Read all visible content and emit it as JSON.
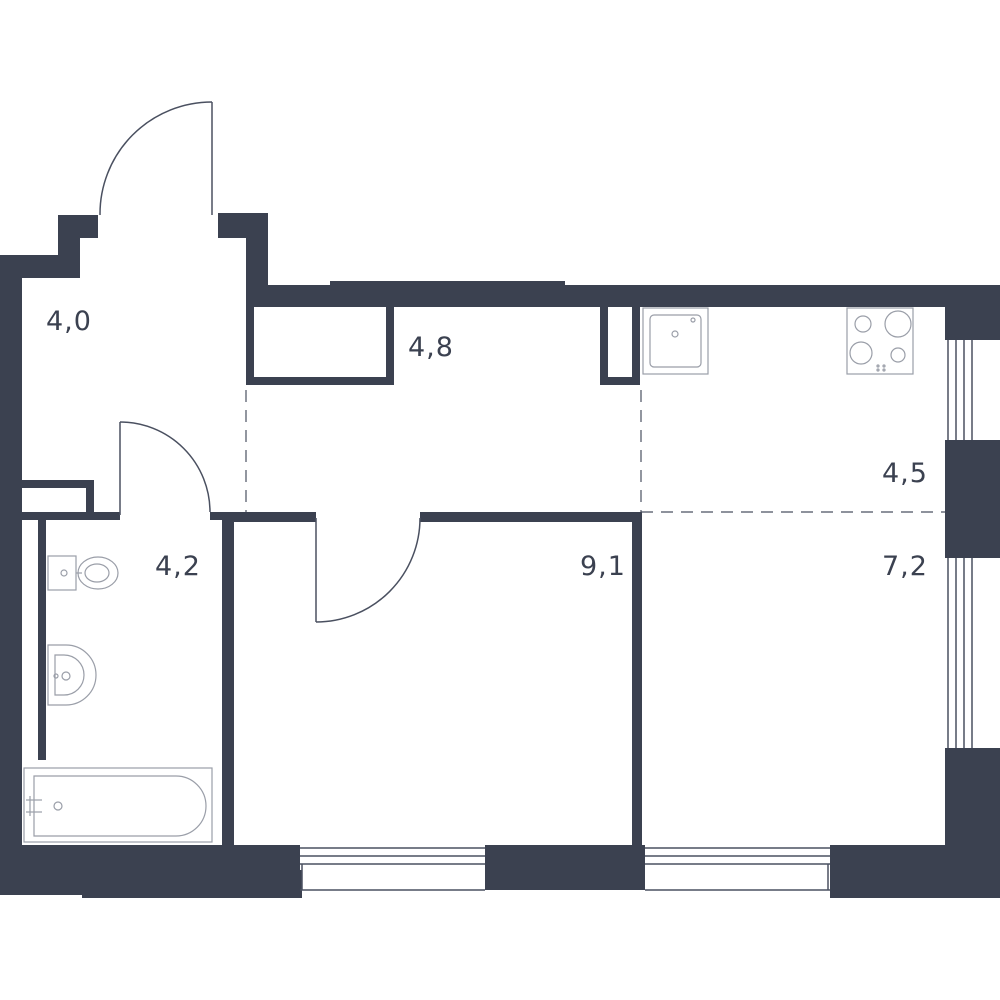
{
  "floorplan": {
    "colors": {
      "wall": "#3b4150",
      "line": "#4a5060",
      "fixture": "#9a9ea8"
    },
    "rooms": [
      {
        "id": "entrance-hall",
        "area": "4,0"
      },
      {
        "id": "corridor",
        "area": "4,8"
      },
      {
        "id": "kitchen",
        "area": "4,5"
      },
      {
        "id": "bathroom",
        "area": "4,2"
      },
      {
        "id": "bedroom",
        "area": "9,1"
      },
      {
        "id": "living-room",
        "area": "7,2"
      }
    ],
    "fixtures": [
      "kitchen-sink",
      "cooktop",
      "toilet",
      "washbasin",
      "bathtub"
    ]
  }
}
